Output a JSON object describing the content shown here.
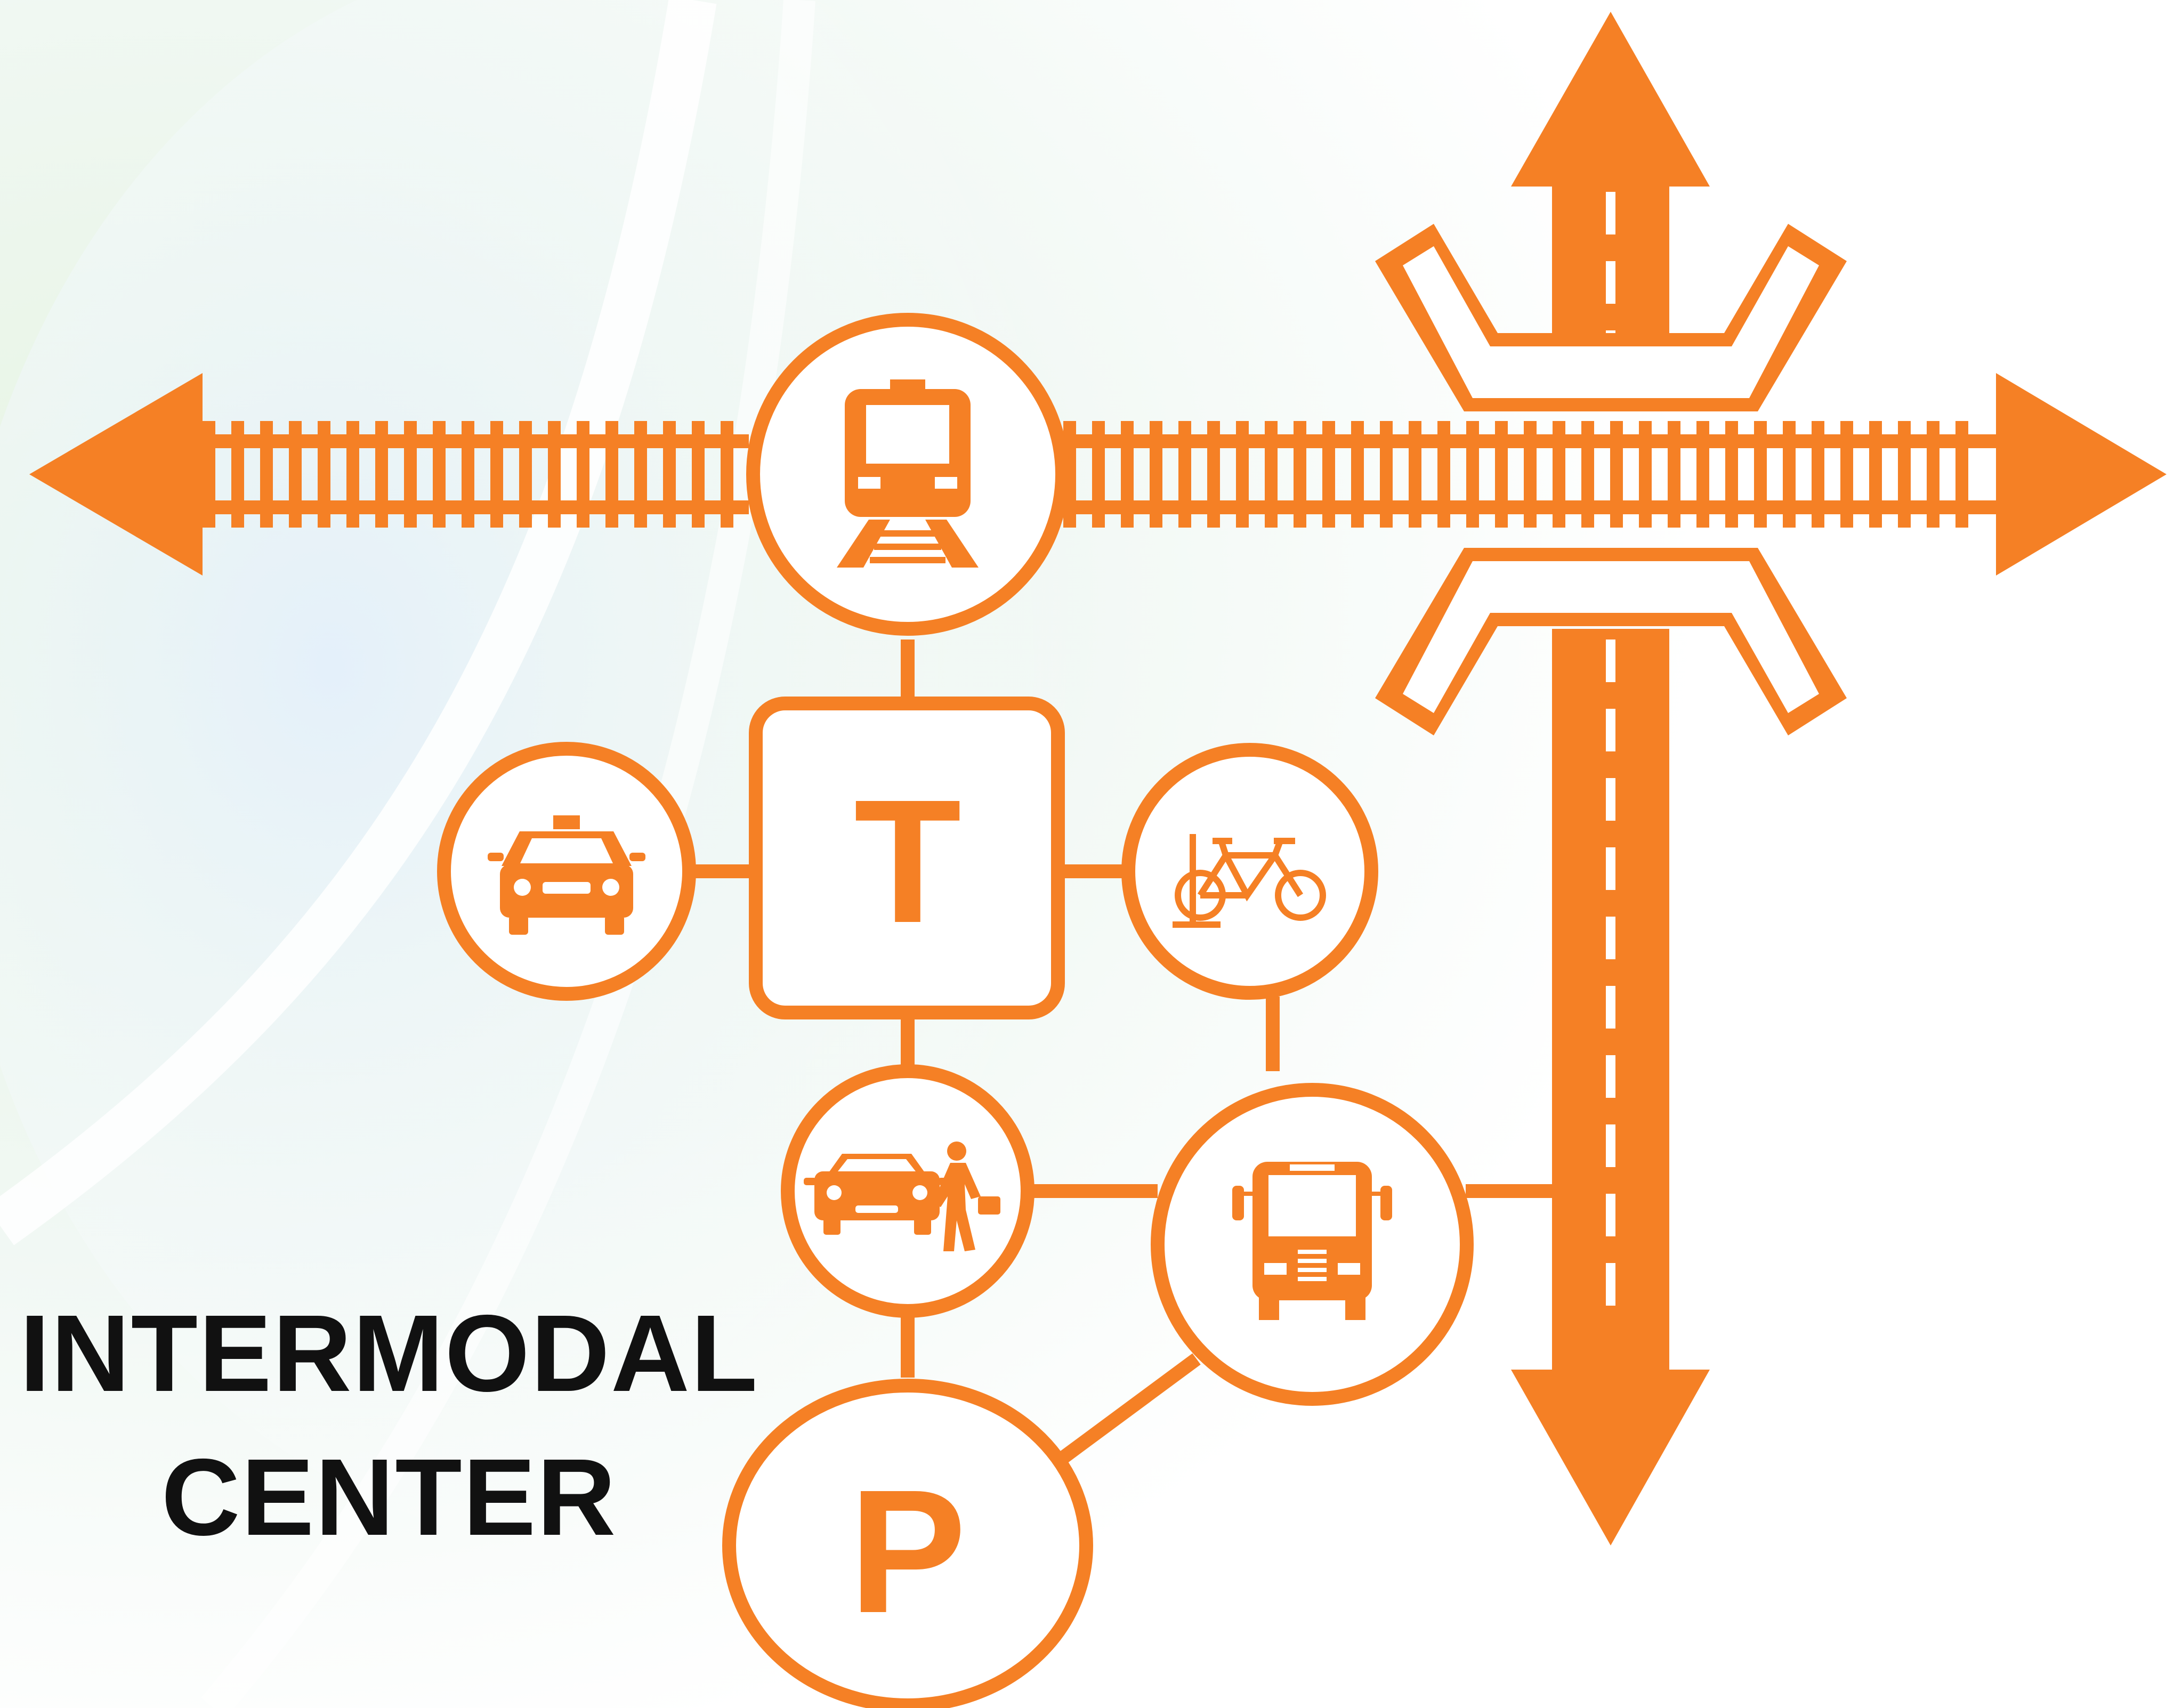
{
  "diagram": {
    "title_line1": "INTERMODAL",
    "title_line2": "CENTER",
    "accent_color": "#F58025",
    "text_color": "#111111",
    "background_tints": [
      "#E6F4E2",
      "#E4F0FA"
    ]
  },
  "hubs": {
    "terminal_letter": "T",
    "parking_letter": "P"
  },
  "modes": [
    {
      "id": "rail",
      "icon": "train-icon"
    },
    {
      "id": "taxi",
      "icon": "taxi-icon"
    },
    {
      "id": "bicycle",
      "icon": "bicycle-icon"
    },
    {
      "id": "kiss-and-ride",
      "icon": "car-pedestrian-icon"
    },
    {
      "id": "bus",
      "icon": "bus-icon"
    }
  ],
  "corridors": [
    {
      "id": "rail-line",
      "icon": "railroad-track-icon"
    },
    {
      "id": "highway",
      "icon": "highway-icon"
    }
  ]
}
